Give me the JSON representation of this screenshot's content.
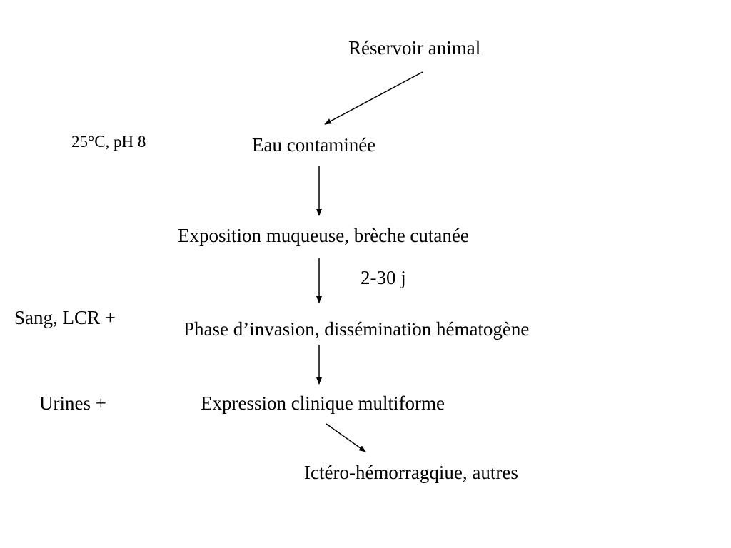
{
  "diagram": {
    "nodes": {
      "reservoir": "Réservoir animal",
      "water": "Eau contaminée",
      "exposure": "Exposition muqueuse, brèche cutanée",
      "invasion": "Phase d’invasion, dissémination hématogène",
      "clinical": "Expression clinique multiforme",
      "outcome": "Ictéro-hémorragqiue, autres"
    },
    "annotations": {
      "water_conditions": "25°C, pH 8",
      "incubation": "2-30 j",
      "blood_csf": "Sang, LCR +",
      "urine": "Urines +"
    },
    "stray_mark": "·",
    "colors": {
      "text": "#000000",
      "arrow": "#000000",
      "background": "#ffffff"
    }
  }
}
